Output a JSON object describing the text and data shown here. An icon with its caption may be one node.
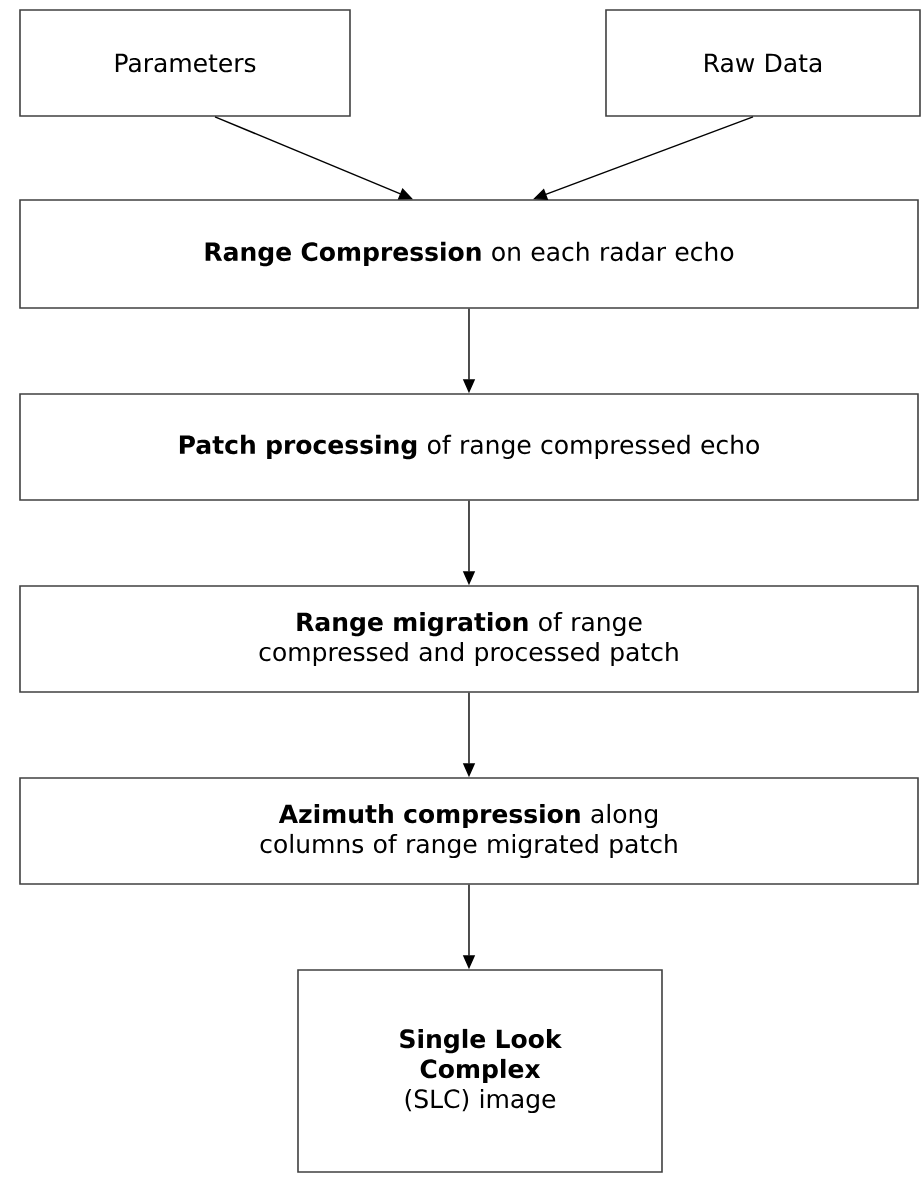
{
  "diagram": {
    "nodes": [
      {
        "text": [
          "Parameters"
        ]
      },
      {
        "text": [
          "Raw Data"
        ]
      },
      {
        "text": [
          "**Range Compression** on each radar echo"
        ]
      },
      {
        "text": [
          "**Patch processing** of range compressed echo"
        ]
      },
      {
        "text": [
          "**Range migration** of range compressed and processed patch"
        ]
      },
      {
        "text": [
          "**Azimuth compression** along columns of range migrated patch"
        ]
      },
      {
        "text": [
          "**Single Look Complex** (SLC) image"
        ]
      }
    ],
    "edges": [
      {
        "from": 0,
        "to": 2,
        "arrow": "to"
      },
      {
        "from": 1,
        "to": 2,
        "arrow": "to"
      },
      {
        "from": 2,
        "to": 3,
        "arrow": "to"
      },
      {
        "from": 3,
        "to": 4,
        "arrow": "to"
      },
      {
        "from": 4,
        "to": 5,
        "arrow": "to"
      },
      {
        "from": 5,
        "to": 6,
        "arrow": "to"
      }
    ]
  }
}
